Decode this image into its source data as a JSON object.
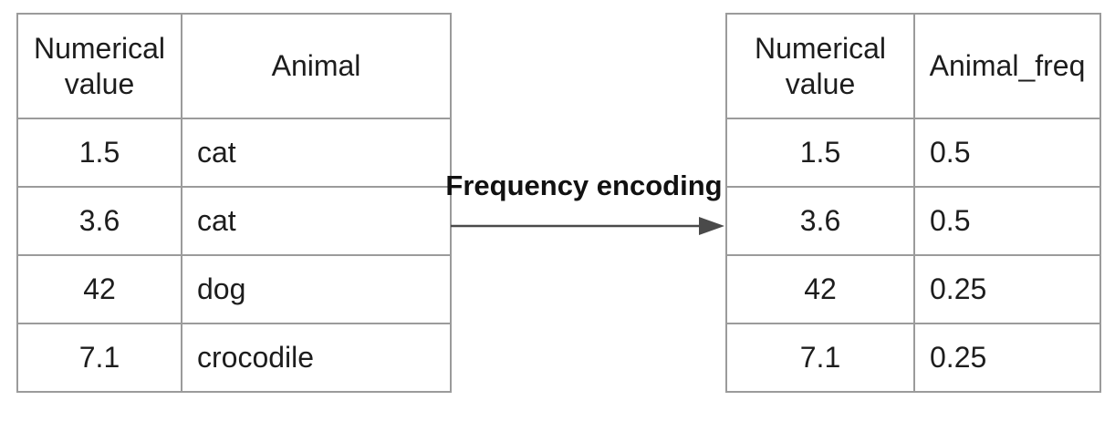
{
  "diagram": {
    "arrow_label": "Frequency encoding",
    "arrow_icon": "right-arrow-icon",
    "colors": {
      "table_border": "#9b9b9b",
      "arrow": "#4a4a4a",
      "text": "#1d1d1d"
    }
  },
  "left_table": {
    "title": "original-data-table",
    "headers": [
      "Numerical value",
      "Animal"
    ],
    "rows": [
      [
        "1.5",
        "cat"
      ],
      [
        "3.6",
        "cat"
      ],
      [
        "42",
        "dog"
      ],
      [
        "7.1",
        "crocodile"
      ]
    ]
  },
  "right_table": {
    "title": "frequency-encoded-table",
    "headers": [
      "Numerical value",
      "Animal_freq"
    ],
    "rows": [
      [
        "1.5",
        "0.5"
      ],
      [
        "3.6",
        "0.5"
      ],
      [
        "42",
        "0.25"
      ],
      [
        "7.1",
        "0.25"
      ]
    ]
  }
}
